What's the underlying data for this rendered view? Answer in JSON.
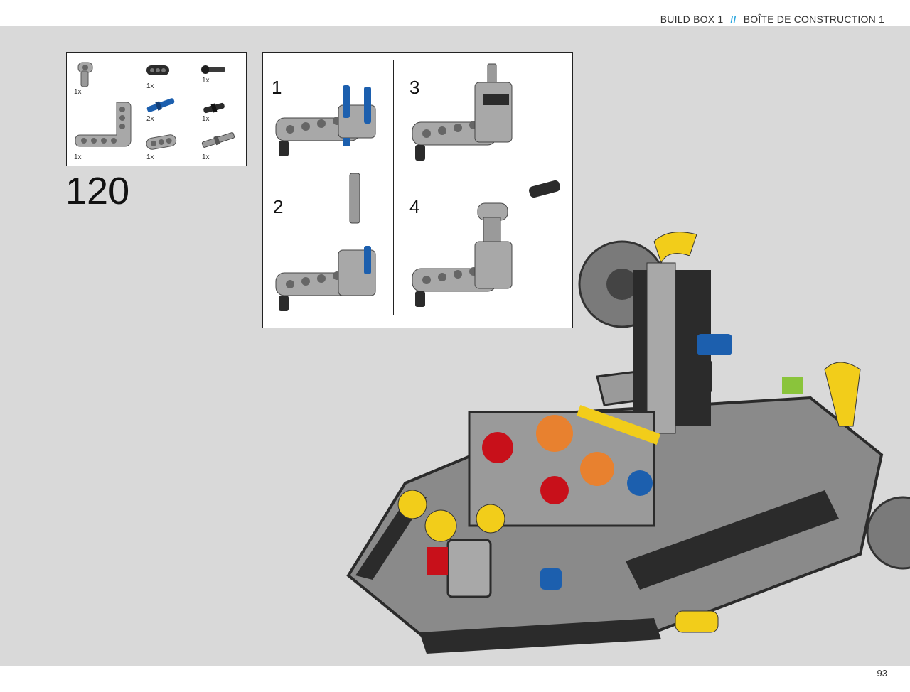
{
  "header": {
    "build_box_en": "BUILD BOX 1",
    "separator": "//",
    "build_box_fr": "BOÎTE DE CONSTRUCTION 1"
  },
  "step_number": "120",
  "page_number": "93",
  "parts": [
    {
      "name": "angle-connector",
      "qty": "1x"
    },
    {
      "name": "black-beam-3",
      "qty": "1x"
    },
    {
      "name": "black-ball-pin",
      "qty": "1x"
    },
    {
      "name": "blue-pin-long",
      "qty": "2x"
    },
    {
      "name": "black-pin-short",
      "qty": "1x"
    },
    {
      "name": "l-beam-3x5",
      "qty": "1x"
    },
    {
      "name": "beam-3",
      "qty": "1x"
    },
    {
      "name": "axle-pin-grey",
      "qty": "1x"
    }
  ],
  "substeps": [
    "1",
    "2",
    "3",
    "4"
  ],
  "colors": {
    "page_bg": "#d9d9d9",
    "accent_blue": "#2aa6de",
    "lego_grey": "#a0a0a0",
    "lego_dark": "#2b2b2b",
    "lego_yellow": "#f2cd1a",
    "lego_red": "#c8101a",
    "lego_orange": "#e8812f",
    "lego_blue": "#1c5fae"
  }
}
